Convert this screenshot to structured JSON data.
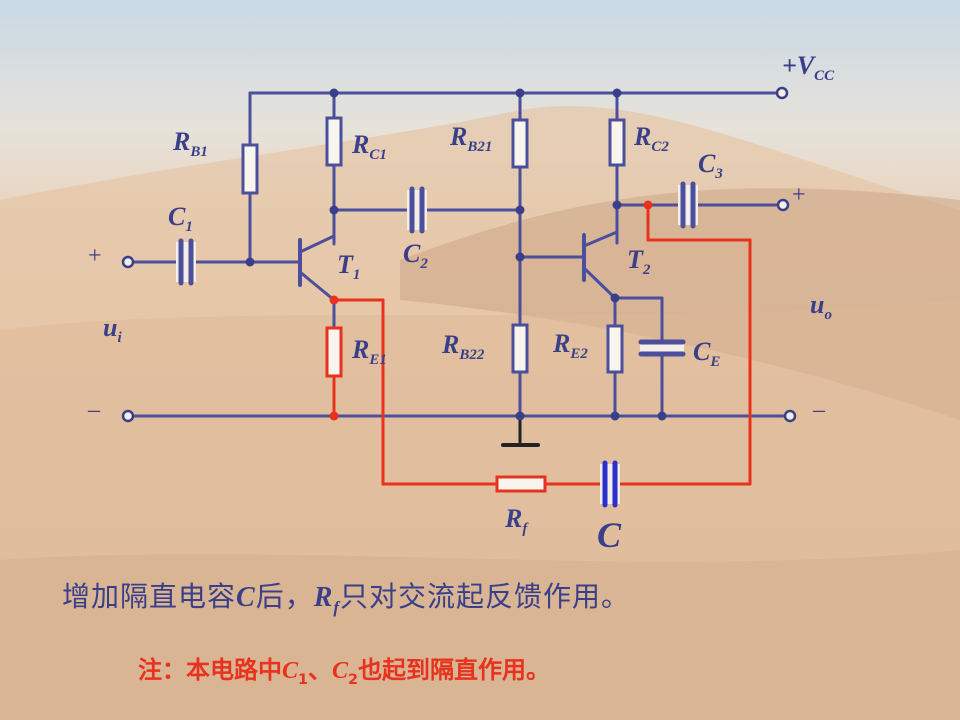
{
  "colors": {
    "wire": "#4b4f9c",
    "feedback": "#e8321e",
    "note2": "#e8321e",
    "node": "#3a3f8a"
  },
  "labels": {
    "vcc": {
      "main": "+V",
      "sub": "CC"
    },
    "rb1": {
      "main": "R",
      "sub": "B1"
    },
    "rc1": {
      "main": "R",
      "sub": "C1"
    },
    "rb21": {
      "main": "R",
      "sub": "B21"
    },
    "rc2": {
      "main": "R",
      "sub": "C2"
    },
    "c3": {
      "main": "C",
      "sub": "3"
    },
    "c1": {
      "main": "C",
      "sub": "1"
    },
    "c2": {
      "main": "C",
      "sub": "2"
    },
    "t1": {
      "main": "T",
      "sub": "1"
    },
    "t2": {
      "main": "T",
      "sub": "2"
    },
    "re1": {
      "main": "R",
      "sub": "E1"
    },
    "rb22": {
      "main": "R",
      "sub": "B22"
    },
    "re2": {
      "main": "R",
      "sub": "E2"
    },
    "ce": {
      "main": "C",
      "sub": "E"
    },
    "ui": {
      "main": "u",
      "sub": "i"
    },
    "uo": {
      "main": "u",
      "sub": "o"
    },
    "rf": {
      "main": "R",
      "sub": "f"
    },
    "c": "C",
    "plus_in": "+",
    "minus_in": "–",
    "plus_out": "+",
    "minus_out": "–"
  },
  "note1": {
    "pre": "增加隔直电容",
    "c": "C",
    "mid": "后，",
    "r": "R",
    "rsub": "f",
    "post": "只对交流起反馈作用。"
  },
  "note2": {
    "pre": "注：本电路中",
    "c1": "C",
    "c1sub": "1",
    "sep": "、",
    "c2": "C",
    "c2sub": "2",
    "post": "也起到隔直作用。"
  }
}
